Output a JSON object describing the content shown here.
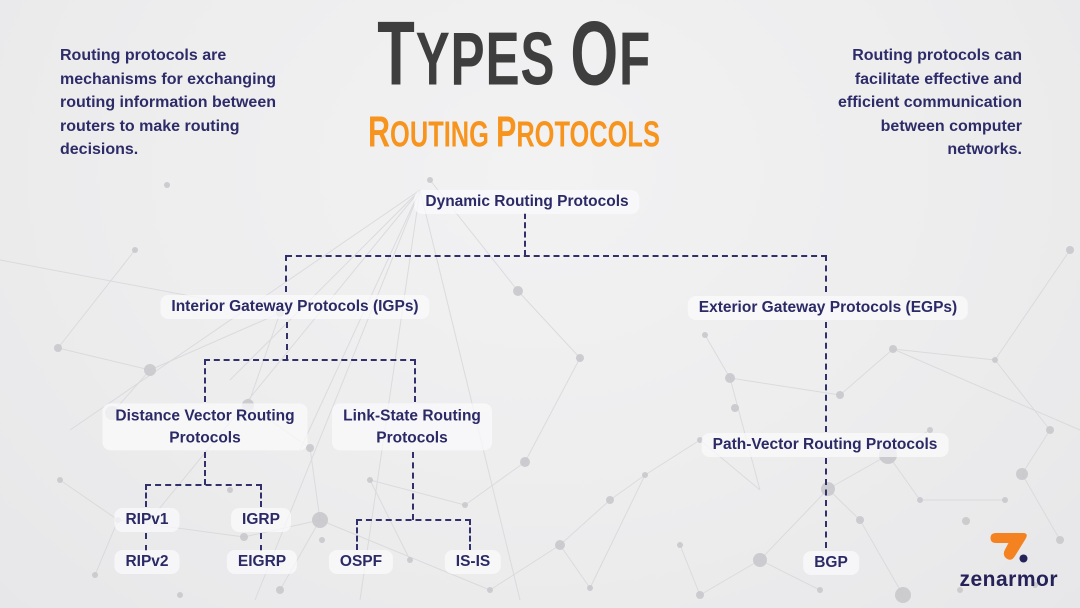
{
  "header": {
    "title_line1": "Types of",
    "title_line2": "Routing Protocols"
  },
  "intro": {
    "left": "Routing protocols are mechanisms for exchanging routing information between routers to make routing decisions.",
    "right": "Routing protocols can facilitate effective and efficient communication between computer networks."
  },
  "tree": {
    "root": "Dynamic Routing Protocols",
    "igp": "Interior Gateway Protocols (IGPs)",
    "egp": "Exterior Gateway Protocols (EGPs)",
    "distance_vector": "Distance Vector Routing Protocols",
    "link_state": "Link-State Routing Protocols",
    "path_vector": "Path-Vector Routing Protocols",
    "ripv1": "RIPv1",
    "ripv2": "RIPv2",
    "igrp": "IGRP",
    "eigrp": "EIGRP",
    "ospf": "OSPF",
    "isis": "IS-IS",
    "bgp": "BGP"
  },
  "footer": {
    "brand": "zenarmor"
  },
  "colors": {
    "background": "#ededee",
    "title": "#3e3e3e",
    "accent_orange": "#f7941e",
    "navy_text": "#2b2a66",
    "connector_navy": "#31306b",
    "brand_navy": "#252259",
    "network_gray": "#d8d8db"
  }
}
